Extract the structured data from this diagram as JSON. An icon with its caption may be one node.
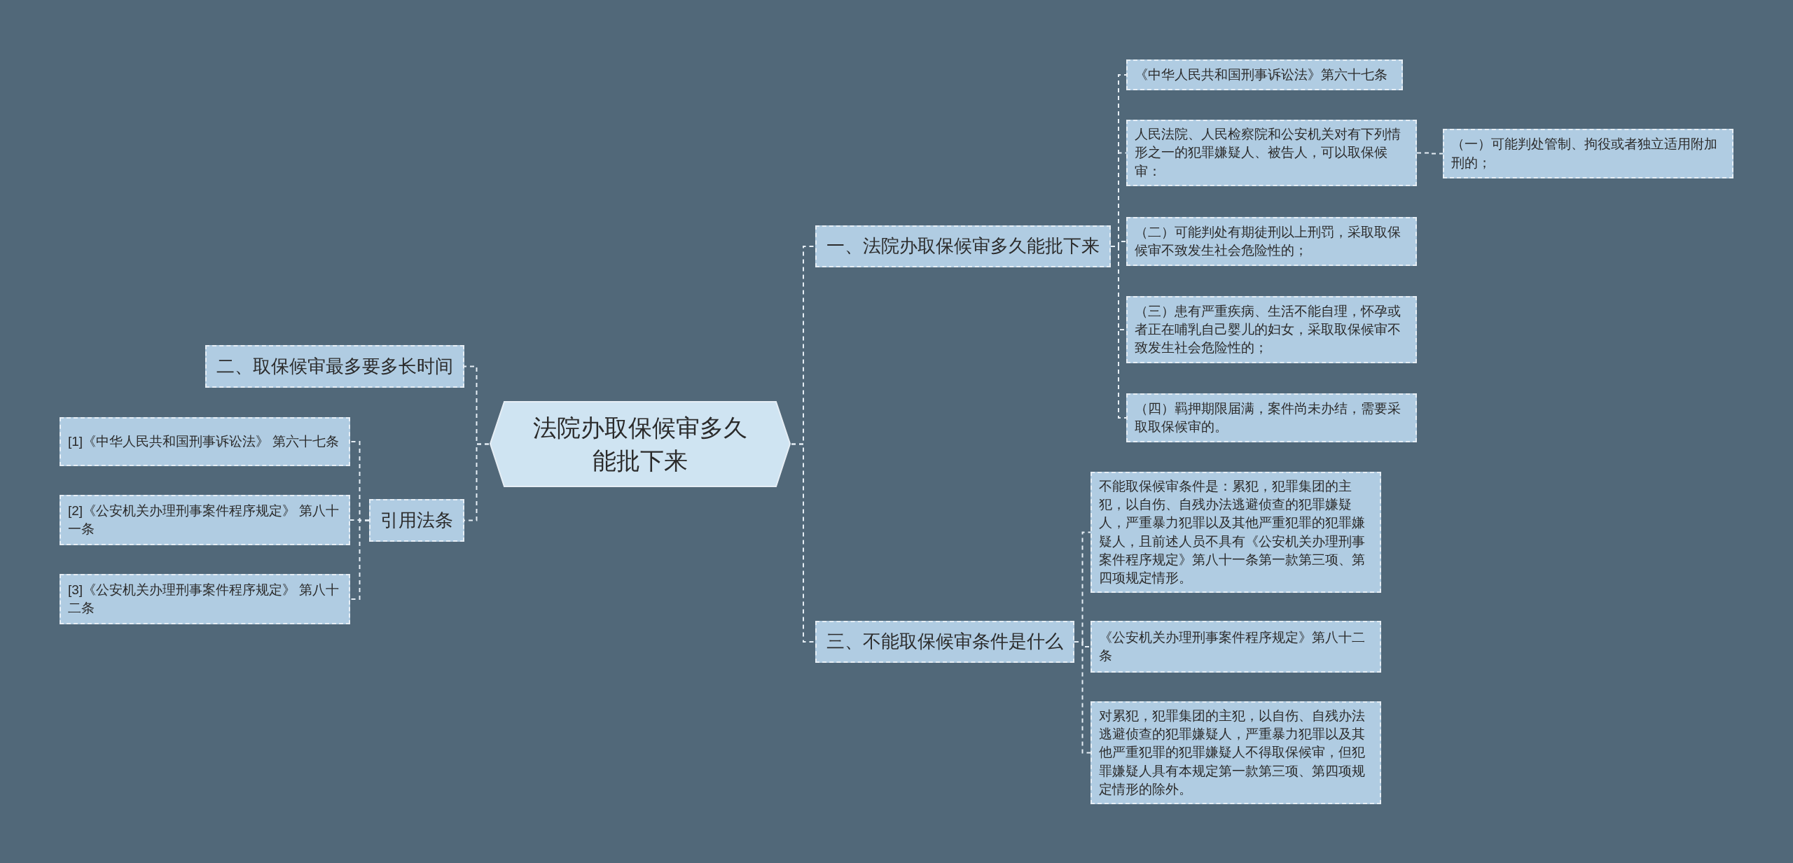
{
  "diagram": {
    "nodes": [
      {
        "text": [
          "法院办取保候审多久能批下来"
        ]
      },
      {
        "text": [
          "一、法院办取保候审多久能批下来"
        ]
      },
      {
        "text": [
          "《中华人民共和国刑事诉讼法》第六十七条"
        ]
      },
      {
        "text": [
          "人民法院、人民检察院和公安机关对有下列情形之一的犯罪嫌疑人、被告人，可以取保候审："
        ]
      },
      {
        "text": [
          "（一）可能判处管制、拘役或者独立适用附加刑的；"
        ]
      },
      {
        "text": [
          "（二）可能判处有期徒刑以上刑罚，采取取保候审不致发生社会危险性的；"
        ]
      },
      {
        "text": [
          "（三）患有严重疾病、生活不能自理，怀孕或者正在哺乳自己婴儿的妇女，采取取保候审不致发生社会危险性的；"
        ]
      },
      {
        "text": [
          "（四）羁押期限届满，案件尚未办结，需要采取取保候审的。"
        ]
      },
      {
        "text": [
          "三、不能取保候审条件是什么"
        ]
      },
      {
        "text": [
          "不能取保候审条件是：累犯，犯罪集团的主犯，以自伤、自残办法逃避侦查的犯罪嫌疑人，严重暴力犯罪以及其他严重犯罪的犯罪嫌疑人，且前述人员不具有《公安机关办理刑事案件程序规定》第八十一条第一款第三项、第四项规定情形。"
        ]
      },
      {
        "text": [
          "《公安机关办理刑事案件程序规定》第八十二条"
        ]
      },
      {
        "text": [
          "对累犯，犯罪集团的主犯，以自伤、自残办法逃避侦查的犯罪嫌疑人，严重暴力犯罪以及其他严重犯罪的犯罪嫌疑人不得取保候审，但犯罪嫌疑人具有本规定第一款第三项、第四项规定情形的除外。"
        ]
      },
      {
        "text": [
          "二、取保候审最多要多长时间"
        ]
      },
      {
        "text": [
          "引用法条"
        ]
      },
      {
        "text": [
          "[1]《中华人民共和国刑事诉讼法》 第六十七条"
        ]
      },
      {
        "text": [
          "[2]《公安机关办理刑事案件程序规定》 第八十一条"
        ]
      },
      {
        "text": [
          "[3]《公安机关办理刑事案件程序规定》 第八十二条"
        ]
      }
    ],
    "edges": [
      {
        "from": 0,
        "to": 1,
        "arrow": "none",
        "style": "dashed"
      },
      {
        "from": 1,
        "to": 2,
        "arrow": "none",
        "style": "dashed"
      },
      {
        "from": 1,
        "to": 3,
        "arrow": "none",
        "style": "dashed"
      },
      {
        "from": 3,
        "to": 4,
        "arrow": "none",
        "style": "dashed"
      },
      {
        "from": 1,
        "to": 5,
        "arrow": "none",
        "style": "dashed"
      },
      {
        "from": 1,
        "to": 6,
        "arrow": "none",
        "style": "dashed"
      },
      {
        "from": 1,
        "to": 7,
        "arrow": "none",
        "style": "dashed"
      },
      {
        "from": 0,
        "to": 8,
        "arrow": "none",
        "style": "dashed"
      },
      {
        "from": 8,
        "to": 9,
        "arrow": "none",
        "style": "dashed"
      },
      {
        "from": 8,
        "to": 10,
        "arrow": "none",
        "style": "dashed"
      },
      {
        "from": 8,
        "to": 11,
        "arrow": "none",
        "style": "dashed"
      },
      {
        "from": 0,
        "to": 12,
        "arrow": "none",
        "style": "dashed"
      },
      {
        "from": 0,
        "to": 13,
        "arrow": "none",
        "style": "dashed"
      },
      {
        "from": 13,
        "to": 14,
        "arrow": "none",
        "style": "dashed"
      },
      {
        "from": 13,
        "to": 15,
        "arrow": "none",
        "style": "dashed"
      },
      {
        "from": 13,
        "to": 16,
        "arrow": "none",
        "style": "dashed"
      }
    ]
  }
}
